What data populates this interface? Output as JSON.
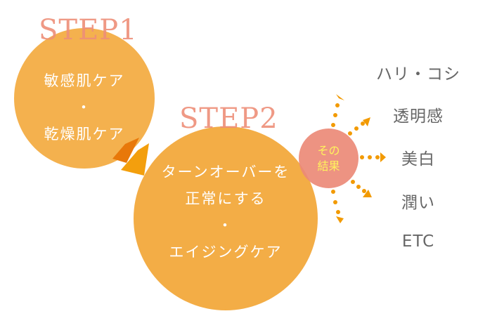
{
  "step1": {
    "label": "STEP1",
    "lines": [
      "敏感肌ケア",
      "・",
      "乾燥肌ケア"
    ]
  },
  "step2": {
    "label": "STEP2",
    "lines": [
      "ターンオーバーを",
      "正常にする",
      "・",
      "エイジングケア"
    ]
  },
  "result": {
    "lines": [
      "その",
      "結果"
    ]
  },
  "outcomes": [
    "ハリ・コシ",
    "透明感",
    "美白",
    "潤い",
    "ETC"
  ],
  "colors": {
    "circle": "#f2a93c",
    "step_text": "#ee8f78",
    "result_circle": "#ec8a78",
    "result_text": "#fff24f",
    "arrow": "#f29a00",
    "arrow_dark": "#e8780a",
    "outcome_text": "#666666"
  }
}
